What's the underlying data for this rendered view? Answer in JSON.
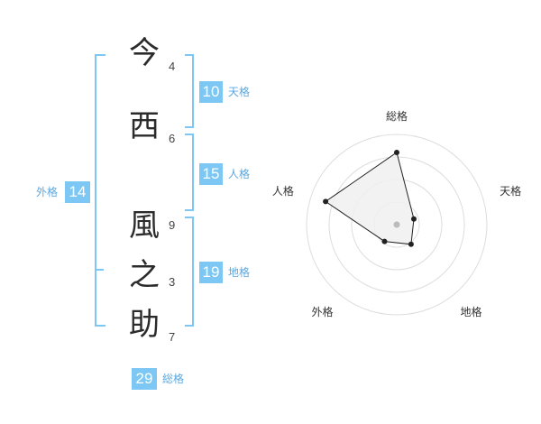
{
  "name": {
    "characters": [
      {
        "char": "今",
        "strokes": "4"
      },
      {
        "char": "西",
        "strokes": "6"
      },
      {
        "char": "風",
        "strokes": "9"
      },
      {
        "char": "之",
        "strokes": "3"
      },
      {
        "char": "助",
        "strokes": "7"
      }
    ]
  },
  "fortunes": {
    "tenkaku": {
      "value": "10",
      "label": "天格"
    },
    "jinkaku": {
      "value": "15",
      "label": "人格"
    },
    "chikaku": {
      "value": "19",
      "label": "地格"
    },
    "gaikaku": {
      "value": "14",
      "label": "外格"
    },
    "soukaku": {
      "value": "29",
      "label": "総格"
    }
  },
  "colors": {
    "accent": "#7cc7f3",
    "accent_text": "#5aa8e0",
    "radar_fill": "#f0f0f0",
    "radar_line": "#222222",
    "grid": "#dddddd"
  },
  "chart_data": {
    "type": "radar",
    "axes": [
      "総格",
      "天格",
      "地格",
      "外格",
      "人格"
    ],
    "values": [
      0.8,
      0.2,
      0.27,
      0.23,
      0.83
    ],
    "rings": 4
  }
}
